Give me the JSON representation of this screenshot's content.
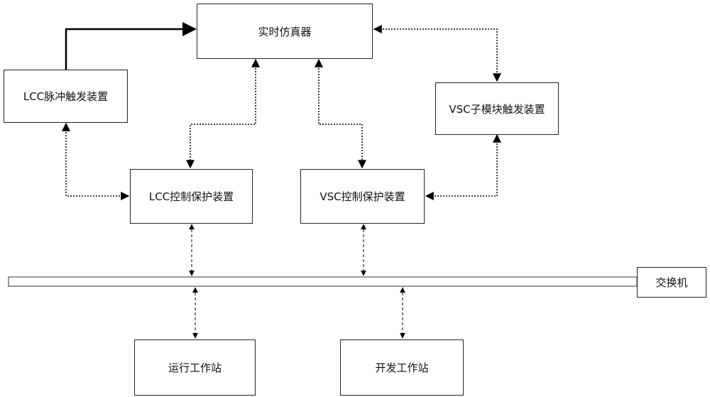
{
  "nodes": {
    "simulator": "实时仿真器",
    "lcc_pulse": "LCC脉冲触发装置",
    "vsc_sub": "VSC子模块触发装置",
    "lcc_ctrl": "LCC控制保护装置",
    "vsc_ctrl": "VSC控制保护装置",
    "switch": "交换机",
    "run_ws": "运行工作站",
    "dev_ws": "开发工作站"
  },
  "colors": {
    "line": "#000000",
    "box_border": "#222222"
  }
}
